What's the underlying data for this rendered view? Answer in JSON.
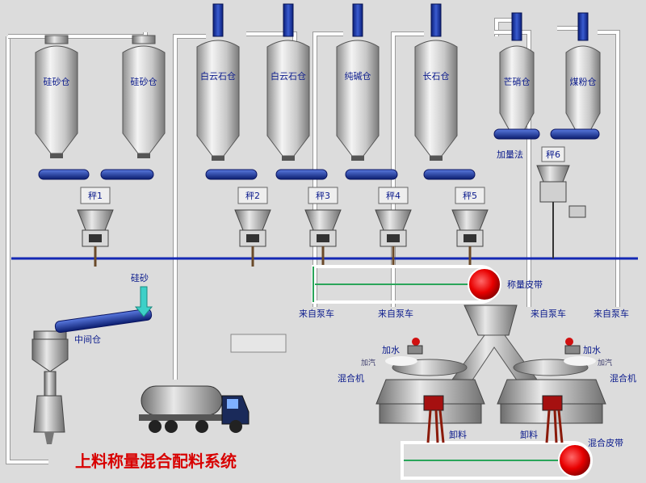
{
  "title": "上料称量混合配料系统",
  "silos": [
    {
      "label": "硅砂仓"
    },
    {
      "label": "硅砂仓"
    },
    {
      "label": "白云石仓"
    },
    {
      "label": "白云石仓"
    },
    {
      "label": "纯碱仓"
    },
    {
      "label": "长石仓"
    },
    {
      "label": "芒硝仓"
    },
    {
      "label": "煤粉仓"
    }
  ],
  "scales": [
    {
      "label": "秤1"
    },
    {
      "label": "秤2"
    },
    {
      "label": "秤3"
    },
    {
      "label": "秤4"
    },
    {
      "label": "秤5"
    }
  ],
  "scale6": {
    "label": "秤6",
    "method": "加量法"
  },
  "labels": {
    "weighing_belt": "称量皮带",
    "mixing_belt": "混合皮带",
    "silica_sand": "硅砂",
    "intermediate_bin": "中间仓",
    "from_pump_truck": "来自泵车",
    "mixer": "混合机",
    "add_water": "加水",
    "add_gas": "加汽",
    "discharge": "卸料"
  },
  "colors": {
    "accent_label": "#0a1a8c",
    "title": "#d80000",
    "belt_roller": "#e80000",
    "background": "#dcdcdc"
  }
}
